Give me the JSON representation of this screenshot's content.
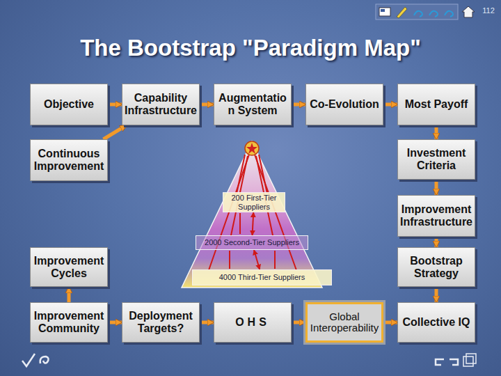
{
  "diagram": {
    "title": "The Bootstrap \"Paradigm Map\"",
    "nodes": [
      {
        "text": [
          "Objective"
        ]
      },
      {
        "text": [
          "Capability Infrastructure"
        ]
      },
      {
        "text": [
          "Augmentation System"
        ]
      },
      {
        "text": [
          "Co-Evolution"
        ]
      },
      {
        "text": [
          "Most Payoff"
        ]
      },
      {
        "text": [
          "Continuous Improvement"
        ]
      },
      {
        "text": [
          "Investment Criteria"
        ]
      },
      {
        "text": [
          "200 First-Tier Suppliers"
        ]
      },
      {
        "text": [
          "Improvement Infrastructure"
        ]
      },
      {
        "text": [
          "2000 Second-Tier Suppliers"
        ]
      },
      {
        "text": [
          "Improvement Cycles"
        ]
      },
      {
        "text": [
          "Bootstrap Strategy"
        ]
      },
      {
        "text": [
          "4000 Third-Tier Suppliers"
        ]
      },
      {
        "text": [
          "Improvement Community"
        ]
      },
      {
        "text": [
          "Deployment Targets?"
        ]
      },
      {
        "text": [
          "OHS"
        ]
      },
      {
        "text": [
          "Global Interoperability"
        ]
      },
      {
        "text": [
          "Collective IQ"
        ]
      }
    ],
    "edges": [
      {
        "from": 0,
        "to": 1,
        "arrow": "to"
      },
      {
        "from": 1,
        "to": 2,
        "arrow": "to"
      },
      {
        "from": 2,
        "to": 3,
        "arrow": "to"
      },
      {
        "from": 3,
        "to": 4,
        "arrow": "to"
      },
      {
        "from": 4,
        "to": 6,
        "arrow": "to"
      },
      {
        "from": 6,
        "to": 8,
        "arrow": "to"
      },
      {
        "from": 8,
        "to": 11,
        "arrow": "to"
      },
      {
        "from": 11,
        "to": 17,
        "arrow": "to"
      },
      {
        "from": 13,
        "to": 14,
        "arrow": "to"
      },
      {
        "from": 14,
        "to": 15,
        "arrow": "to"
      },
      {
        "from": 15,
        "to": 16,
        "arrow": "to"
      },
      {
        "from": 16,
        "to": 17,
        "arrow": "to"
      },
      {
        "from": 13,
        "to": 10,
        "arrow": "to"
      },
      {
        "from": 5,
        "to": 1,
        "arrow": "to"
      },
      {
        "from": 7,
        "to": 9,
        "arrow": "both"
      },
      {
        "from": 9,
        "to": 12,
        "arrow": "both"
      }
    ],
    "labels": [
      "112"
    ]
  }
}
